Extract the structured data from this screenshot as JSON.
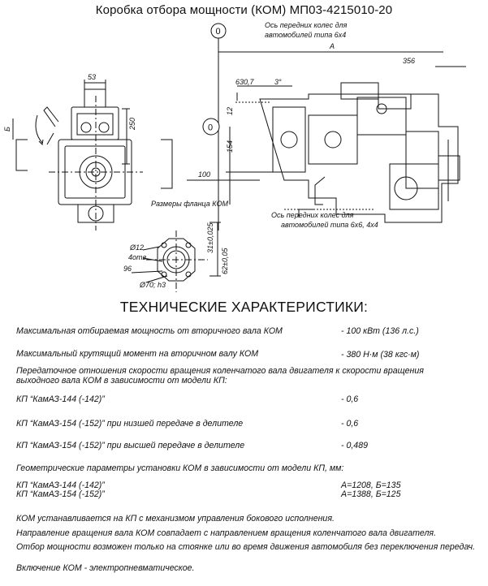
{
  "title": "Коробка отбора мощности (КОМ) МП03-4215010-20",
  "drawing": {
    "axis_label_top": "0",
    "axis_label_mid": "0",
    "axis_note_6x4_line1": "Ось передних колес для",
    "axis_note_6x4_line2": "автомобилей типа 6х4",
    "axis_note_6x6_line1": "Ось передних колес для",
    "axis_note_6x6_line2": "автомобилей типа 6х6, 4х4",
    "flange_caption": "Размеры фланца КОМ",
    "dims": {
      "A": "А",
      "d356": "356",
      "d630": "630,7",
      "angle": "3°",
      "d12": "12",
      "d154": "154",
      "d100": "100",
      "d53": "53",
      "d250": "250",
      "B": "Б",
      "hole": "Ø12",
      "holes4": "4отв.",
      "d96": "96",
      "d70": "Ø70; h3",
      "d31": "31±0,025",
      "d62": "62±0,05"
    }
  },
  "heading": "ТЕХНИЧЕСКИЕ ХАРАКТЕРИСТИКИ:",
  "specs": {
    "power_label": "Максимальная отбираемая мощность от вторичного  вала КОМ",
    "power_value": "- 100 кВт (136 л.с.)",
    "torque_label": "Максимальный крутящий момент на вторичном  валу  КОМ",
    "torque_value": "- 380 Н·м (38 кгс·м)",
    "ratio_intro": "Передаточное отношения скорости вращения коленчатого вала двигателя к скорости вращения выходного вала  КОМ в зависимости от модели КП:",
    "row1_label": "КП “КамАЗ-144 (-142)”",
    "row1_value": "- 0,6",
    "row2_label": "КП “КамАЗ-154 (-152)” при низшей передаче в делителе",
    "row2_value": "- 0,6",
    "row3_label": "КП “КамАЗ-154 (-152)” при  высшей передаче в делителе",
    "row3_value": "- 0,489",
    "geom_intro": "Геометрические параметры установки КОМ в зависимости от модели КП, мм:",
    "geom1_label": "КП “КамАЗ-144 (-142)”",
    "geom1_value": "А=1208, Б=135",
    "geom2_label": "КП “КамАЗ-154 (-152)”",
    "geom2_value": "А=1388, Б=125",
    "note1": "КОМ устанавливается на КП  с механизмом управления бокового исполнения.",
    "note2": "Направление вращения вала  КОМ  совпадает с направлением вращения коленчатого вала двигателя.",
    "note3": "Отбор мощности возможен только на стоянке или во время движения автомобиля без переключения передач.",
    "note4": "Включение КОМ - электропневматическое."
  }
}
